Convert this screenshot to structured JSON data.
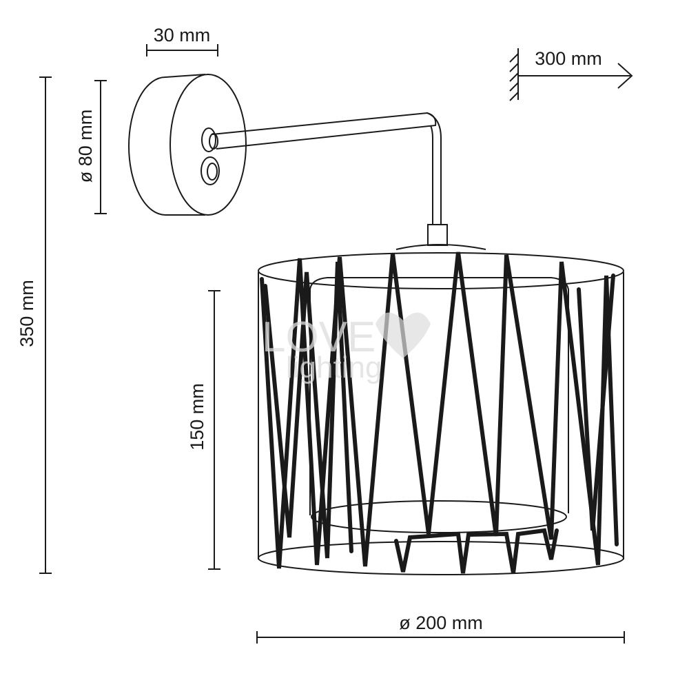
{
  "dimensions": {
    "backplate_depth": "30 mm",
    "projection": "300 mm",
    "backplate_diameter": "ø 80 mm",
    "total_height": "350 mm",
    "shade_height": "150 mm",
    "shade_diameter": "ø 200 mm"
  },
  "watermark": {
    "line1": "LOVE",
    "line2": "lighting"
  },
  "colors": {
    "line": "#1a1a1a",
    "background": "#ffffff"
  }
}
